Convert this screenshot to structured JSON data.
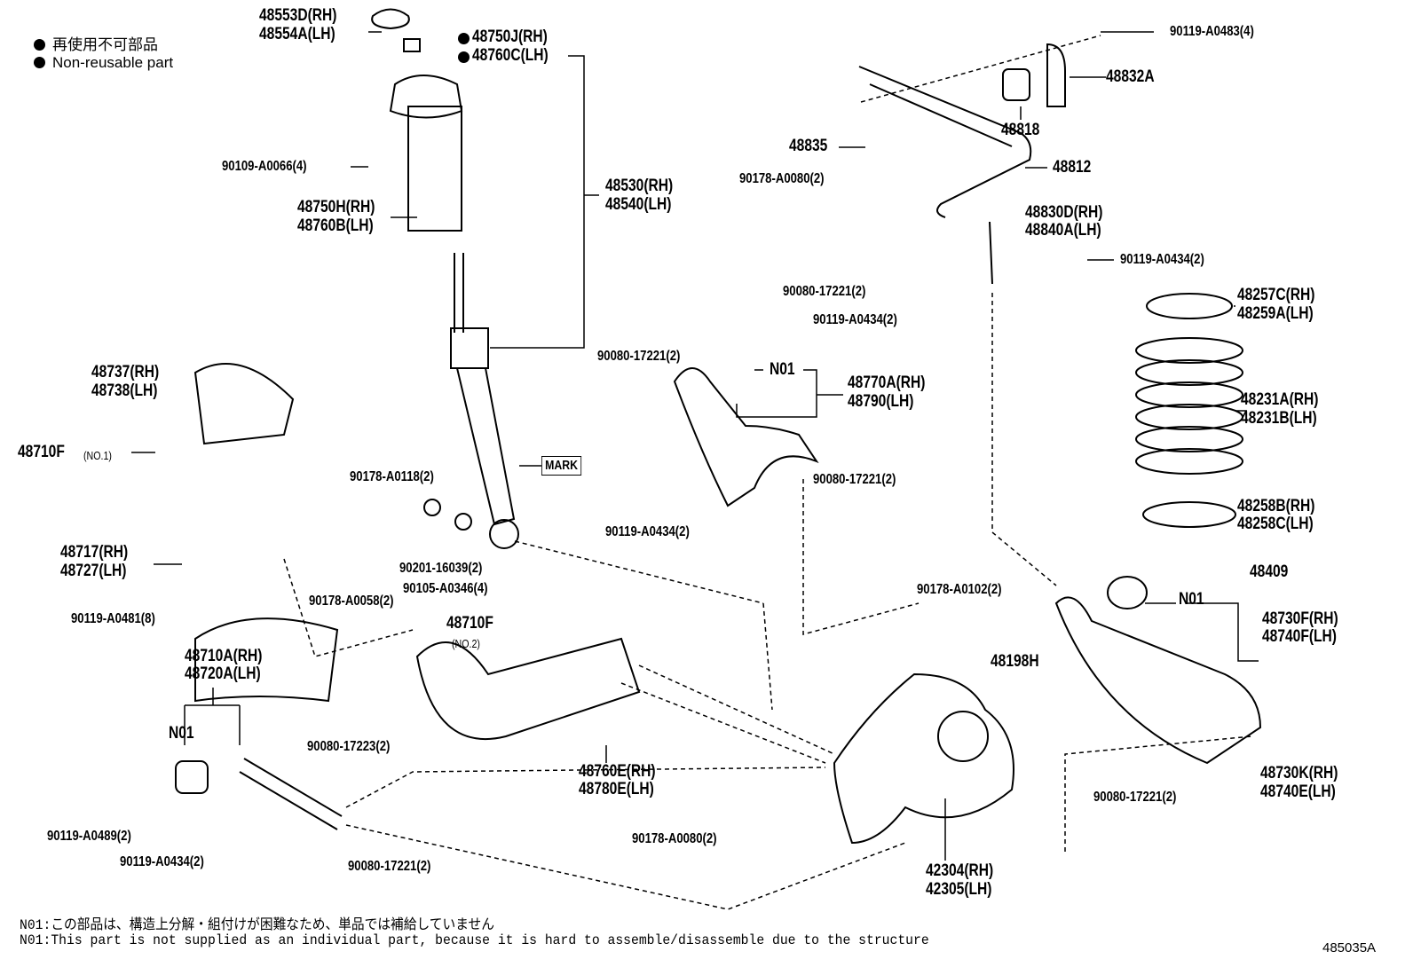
{
  "legend": {
    "icon": "filled-circle-bullet",
    "ja": "再使用不可部品",
    "en": "Non-reusable part"
  },
  "labels": [
    "48553D(RH)",
    "48554A(LH)",
    "48750J(RH)",
    "48760C(LH)",
    "90109-A0066(4)",
    "48750H(RH)",
    "48760B(LH)",
    "48530(RH)",
    "48540(LH)",
    "90119-A0483(4)",
    "48832A",
    "48818",
    "48835",
    "48812",
    "90178-A0080(2)",
    "48830D(RH)",
    "48840A(LH)",
    "90119-A0434(2)",
    "90080-17221(2)",
    "48257C(RH)",
    "48259A(LH)",
    "90119-A0434(2)",
    "90080-17221(2)",
    "N01",
    "48770A(RH)",
    "48790(LH)",
    "48737(RH)",
    "48738(LH)",
    "48231A(RH)",
    "48231B(LH)",
    "48710F",
    "(NO.1)",
    "MARK",
    "90178-A0118(2)",
    "90080-17221(2)",
    "90119-A0434(2)",
    "48258B(RH)",
    "48258C(LH)",
    "48717(RH)",
    "48727(LH)",
    "90201-16039(2)",
    "90105-A0346(4)",
    "90178-A0058(2)",
    "48409",
    "90178-A0102(2)",
    "N01",
    "48730F(RH)",
    "48740F(LH)",
    "90119-A0481(8)",
    "48710F",
    "(NO.2)",
    "48198H",
    "48710A(RH)",
    "48720A(LH)",
    "N01",
    "90080-17223(2)",
    "48760E(RH)",
    "48780E(LH)",
    "48730K(RH)",
    "48740E(LH)",
    "90080-17221(2)",
    "90119-A0489(2)",
    "90178-A0080(2)",
    "90119-A0434(2)",
    "90080-17221(2)",
    "42304(RH)",
    "42305(LH)"
  ],
  "notes": {
    "ja": "N01:この部品は、構造上分解・組付けが困難なため、単品では補給していません",
    "en": "N01:This part is not supplied as an individual part, because it is hard to assemble/disassemble due to the structure"
  },
  "illustration_code": "485035A"
}
